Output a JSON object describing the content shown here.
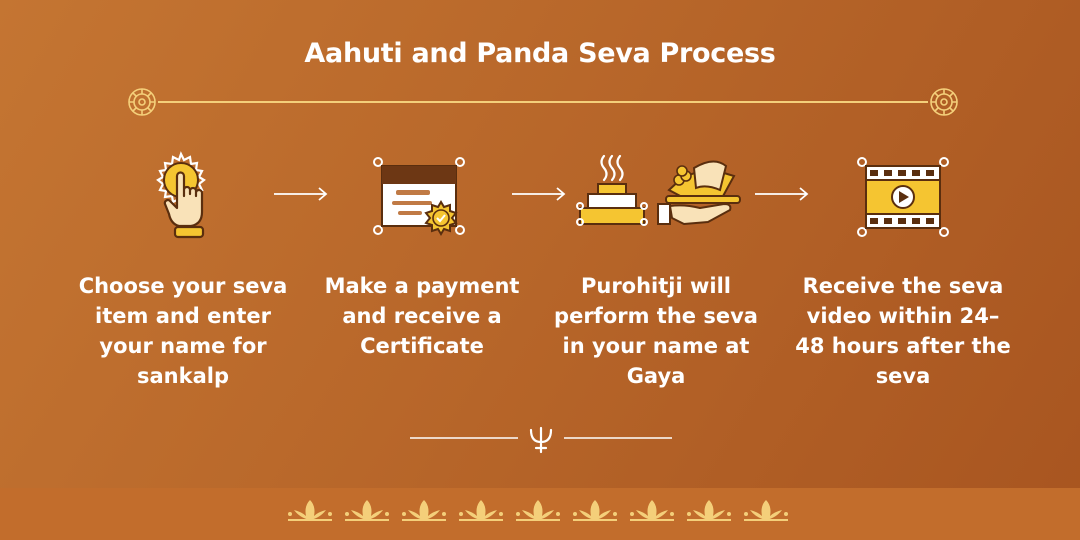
{
  "title": "Aahuti and Panda Seva Process",
  "colors": {
    "background": "#b8672a",
    "accent_gold": "#f4cf7a",
    "icon_yellow": "#f5c531",
    "footer": "#c26d2c"
  },
  "steps": [
    {
      "icon": "hand-pointer-icon",
      "text": "Choose your seva item and enter your name for sankalp"
    },
    {
      "icon": "certificate-icon",
      "text": "Make a payment and receive a Certificate"
    },
    {
      "icon": "offering-icon",
      "text": "Purohitji will perform the seva in your name at Gaya"
    },
    {
      "icon": "video-icon",
      "text": "Receive the seva video within 24–48 hours after the seva"
    }
  ]
}
